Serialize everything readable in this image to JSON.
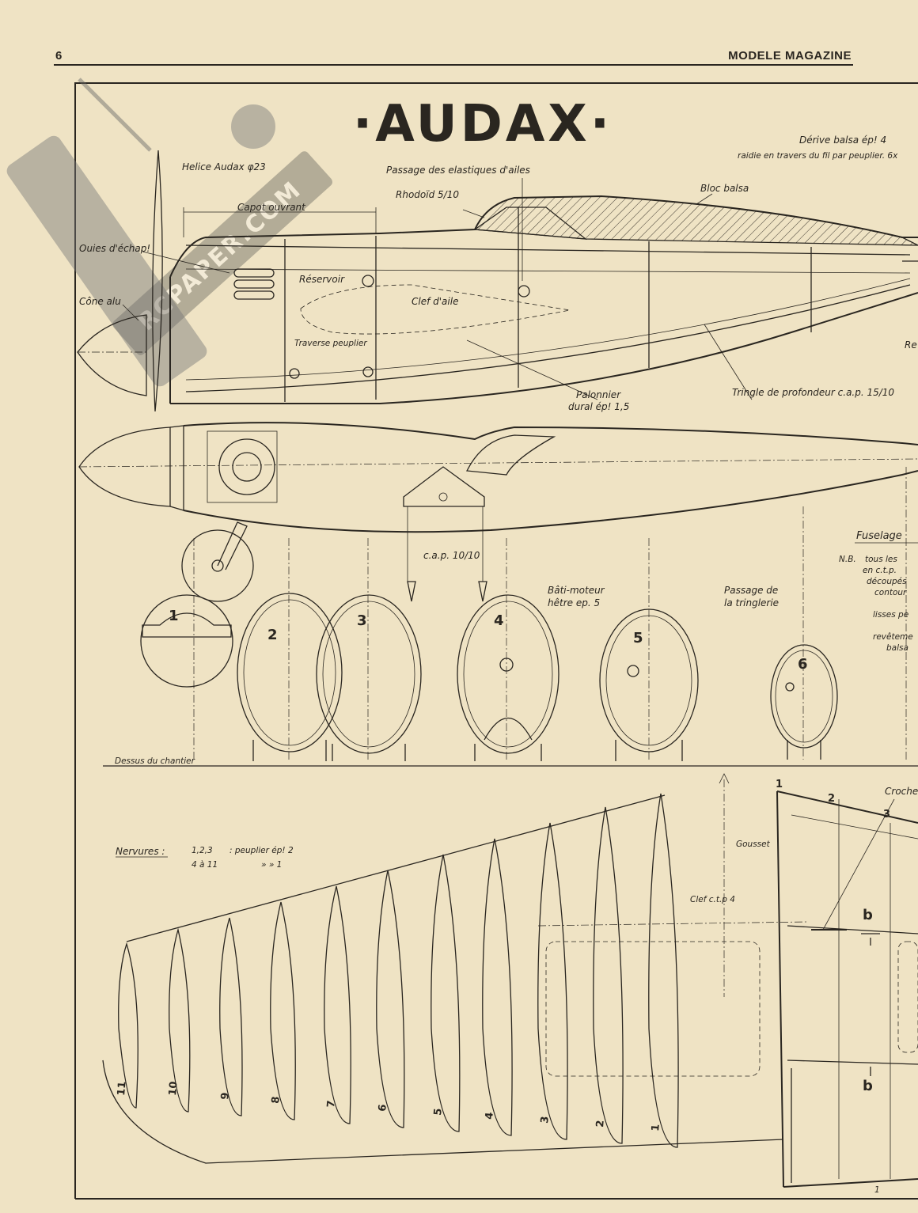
{
  "header": {
    "page_number": "6",
    "magazine": "MODELE MAGAZINE"
  },
  "title": "·AUDAX·",
  "watermark": "RCPAPER.COM",
  "fuselage_labels": {
    "helice": "Helice Audax φ23",
    "capot": "Capot ouvrant",
    "ouies": "Ouies d'échap!",
    "cone": "Cône alu",
    "passage_elastiques": "Passage des elastiques d'ailes",
    "rhodoid": "Rhodoïd 5/10",
    "bloc_balsa": "Bloc balsa",
    "derive_1": "Dérive balsa ép! 4",
    "derive_2": "raidie en travers du fil par peuplier. 6x",
    "reservoir": "Réservoir",
    "clef_aile": "Clef d'aile",
    "traverse": "Traverse peuplier",
    "re_cut": "Re",
    "palonnier_1": "Palonnier",
    "palonnier_2": "dural ép! 1,5",
    "tringle": "Tringle de profondeur c.a.p. 15/10",
    "cap": "c.a.p. 10/10",
    "bati_1": "Bâti-moteur",
    "bati_2": "hêtre ep. 5",
    "passage_tringlerie_1": "Passage de",
    "passage_tringlerie_2": "la tringlerie"
  },
  "notes": {
    "fuselage_head": "Fuselage",
    "nb": "N.B.",
    "line1": "tous les",
    "line2": "en c.t.p.",
    "line3": "découpés",
    "line4": "contour",
    "line5": "lisses pe",
    "line6": "revêteme",
    "line7": "balsa"
  },
  "frames": [
    "1",
    "2",
    "3",
    "4",
    "5",
    "6"
  ],
  "wing_labels": {
    "dessus": "Dessus du chantier",
    "nervures": "Nervures :",
    "spec1_nums": "1,2,3",
    "spec1_mat": ": peuplier ép! 2",
    "spec2_nums": "4 à 11",
    "spec2_mat": "»    »  1",
    "clef": "Clef   c.t.p 4",
    "gousset": "Gousset",
    "crochet": "Croche",
    "section_b": "b",
    "plan_n1": "1",
    "plan_n2": "2",
    "plan_n3": "3",
    "plan_n1b": "1"
  },
  "ribs": [
    "11",
    "10",
    "9",
    "8",
    "7",
    "6",
    "5",
    "4",
    "3",
    "2",
    "1"
  ]
}
